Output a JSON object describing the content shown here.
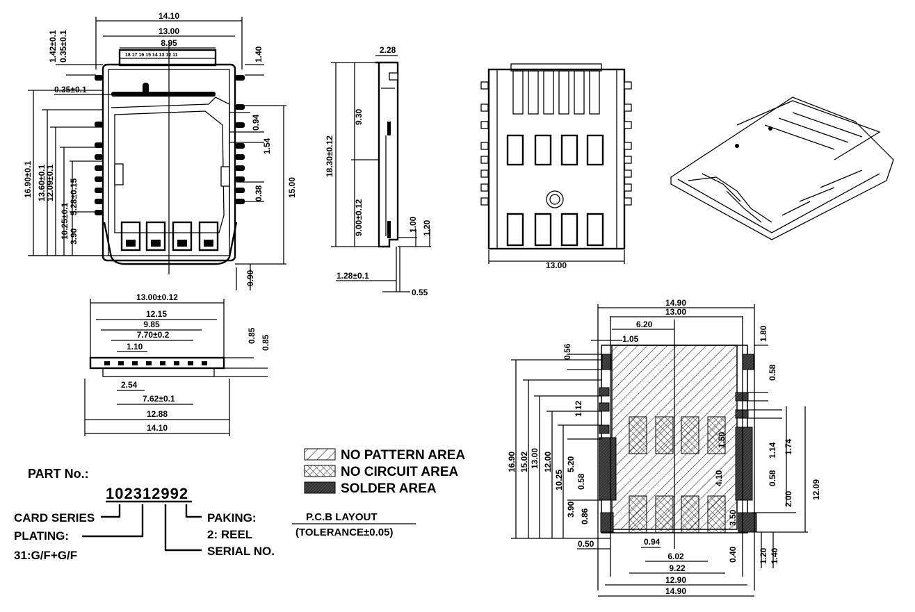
{
  "top_view": {
    "dims": {
      "w_14_10": "14.10",
      "w_13_00": "13.00",
      "w_8_95": "8.95",
      "d_1_42": "1.42±0.1",
      "d_0_35a": "0.35±0.1",
      "d_0_35b": "0.35±0.1",
      "d_1_40": "1.40",
      "d_0_94": "0.94",
      "d_1_54": "1.54",
      "d_0_38": "0.38",
      "h_15_00": "15.00",
      "d_0_90": "0.90",
      "v_16_90": "16.90±0.1",
      "v_13_60": "13.60±0.1",
      "v_12_09": "12.09±0.1",
      "v_10_25": "10.25±0.1",
      "v_5_28": "5.28±0.15",
      "v_3_90": "3.90"
    }
  },
  "side_view": {
    "dims": {
      "t_2_28": "2.28",
      "h_18_30": "18.30±0.12",
      "h_9_30": "9.30",
      "h_9_00": "9.00±0.12",
      "h_1_00": "1.00",
      "h_1_20": "1.20",
      "w_1_28": "1.28±0.1",
      "w_0_55": "0.55"
    }
  },
  "bottom_view": {
    "dims": {
      "w_13_00": "13.00"
    }
  },
  "front_view": {
    "dims": {
      "w_13_00": "13.00±0.12",
      "w_12_15": "12.15",
      "w_9_85": "9.85",
      "w_7_70": "7.70±0.2",
      "w_1_10": "1.10",
      "w_2_54": "2.54",
      "w_7_62": "7.62±0.1",
      "w_12_88": "12.88",
      "w_14_10": "14.10",
      "h_0_85a": "0.85",
      "h_0_85b": "0.85"
    }
  },
  "legend": [
    {
      "label": "NO PATTERN AREA",
      "style": "hatch"
    },
    {
      "label": "NO CIRCUIT AREA",
      "style": "crosshatch"
    },
    {
      "label": "SOLDER AREA",
      "style": "solid"
    }
  ],
  "pcb": {
    "title": "P.C.B LAYOUT",
    "tolerance": "(TOLERANCE±0.05)",
    "dims": {
      "w_14_90_top": "14.90",
      "w_13_00": "13.00",
      "w_6_20": "6.20",
      "w_1_05": "1.05",
      "h_0_56": "0.56",
      "h_1_80": "1.80",
      "h_0_58": "0.58",
      "h_1_50": "1.50",
      "h_1_14": "1.14",
      "h_1_74": "1.74",
      "v_16_90": "16.90",
      "v_15_02": "15.02",
      "v_13_00": "13.00",
      "v_12_00": "12.00",
      "v_10_25": "10.25",
      "v_5_20": "5.20",
      "v_0_58": "0.58",
      "v_3_90": "3.90",
      "v_0_86": "0.86",
      "h_1_12": "1.12",
      "h_4_10": "4.10",
      "h_3_50": "3.50",
      "h_0_58r": "0.58",
      "h_2_00": "2.00",
      "h_12_09": "12.09",
      "h_0_40": "0.40",
      "h_1_20": "1.20",
      "h_1_40": "1.40",
      "w_0_50": "0.50",
      "w_0_94": "0.94",
      "w_6_02": "6.02",
      "w_9_22": "9.22",
      "w_12_90": "12.90",
      "w_14_90_bot": "14.90"
    }
  },
  "part_no": {
    "label": "PART No.:",
    "number": "102312992",
    "card_series": "CARD SERIES",
    "plating": "PLATING:",
    "plating_code": "31:G/F+G/F",
    "paking": "PAKING:",
    "paking_code": "2: REEL",
    "serial": "SERIAL NO."
  }
}
